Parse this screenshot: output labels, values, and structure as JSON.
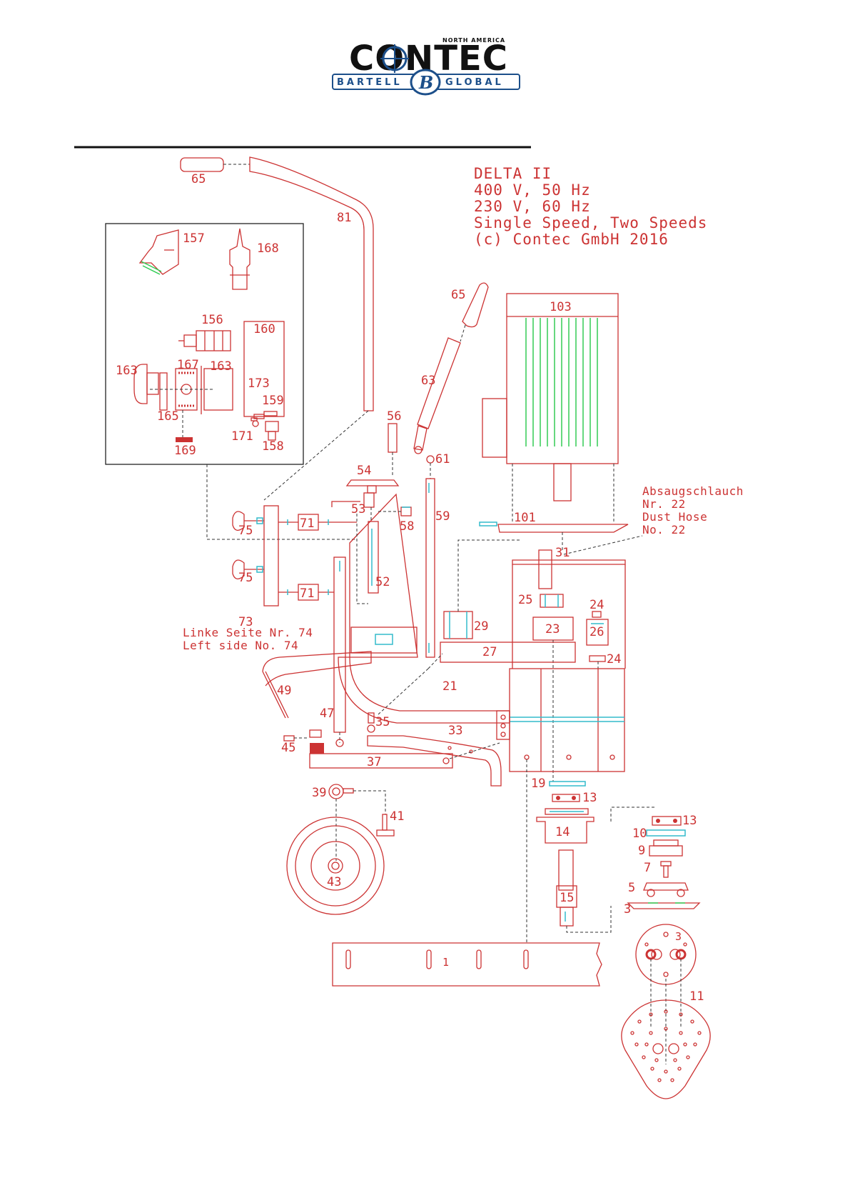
{
  "logo": {
    "top": "NORTH AMERICA",
    "main": "CONTEC",
    "left": "BARTELL",
    "right": "GLOBAL",
    "badge": "B"
  },
  "info": {
    "lines": [
      "DELTA II",
      "400 V, 50 Hz",
      "230 V, 60 Hz",
      "Single Speed, Two Speeds",
      "(c) Contec GmbH 2016"
    ]
  },
  "notes": {
    "dust_hose": [
      "Absaugschlauch",
      "Nr. 22",
      "Dust Hose",
      "No. 22"
    ],
    "left_side": [
      "Linke Seite Nr. 74",
      "Left side No. 74"
    ]
  },
  "parts": {
    "p65a": "65",
    "p81": "81",
    "p157": "157",
    "p168": "168",
    "p156": "156",
    "p160": "160",
    "p163a": "163",
    "p167": "167",
    "p163b": "163",
    "p173": "173",
    "p159": "159",
    "p165": "165",
    "p171": "171",
    "p158": "158",
    "p169": "169",
    "p65b": "65",
    "p63": "63",
    "p103": "103",
    "p56": "56",
    "p61": "61",
    "p54": "54",
    "p53": "53",
    "p58": "58",
    "p59": "59",
    "p101": "101",
    "p31": "31",
    "p75a": "75",
    "p71a": "71",
    "p75b": "75",
    "p71b": "71",
    "p52": "52",
    "p25": "25",
    "p24a": "24",
    "p26": "26",
    "p23": "23",
    "p29": "29",
    "p27": "27",
    "p24b": "24",
    "p73": "73",
    "p49": "49",
    "p21": "21",
    "p47": "47",
    "p35": "35",
    "p33": "33",
    "p45": "45",
    "p37": "37",
    "p39": "39",
    "p41": "41",
    "p43": "43",
    "p19": "19",
    "p13a": "13",
    "p13b": "13",
    "p10": "10",
    "p14": "14",
    "p9": "9",
    "p7": "7",
    "p5": "5",
    "p15": "15",
    "p3a": "3",
    "p3b": "3",
    "p1": "1",
    "p11": "11"
  },
  "colors": {
    "drawing": "#cc3333",
    "accent_cyan": "#33bbcc",
    "accent_green": "#33cc55",
    "logo_blue": "#1c4f8a"
  }
}
